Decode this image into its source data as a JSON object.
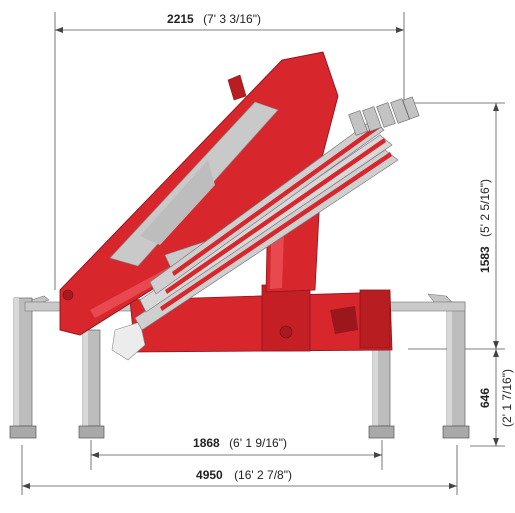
{
  "dimensions": {
    "top_width": {
      "value": "2215",
      "imperial": "(7' 3 3/16\")"
    },
    "crane_height": {
      "value": "1583",
      "imperial": "(5' 2 5/16\")"
    },
    "stabilizer_height": {
      "value": "646",
      "imperial": "(2' 1 7/16\")"
    },
    "inner_leg_spread": {
      "value": "1868",
      "imperial": "(6' 1 9/16\")"
    },
    "outer_leg_spread": {
      "value": "4950",
      "imperial": "(16' 2 7/8\")"
    }
  },
  "colors": {
    "crane_red": "#d7262c",
    "crane_red_dark": "#a81a1f",
    "boom_grey": "#c9c9c9",
    "leg_grey": "#b5b5b5"
  }
}
